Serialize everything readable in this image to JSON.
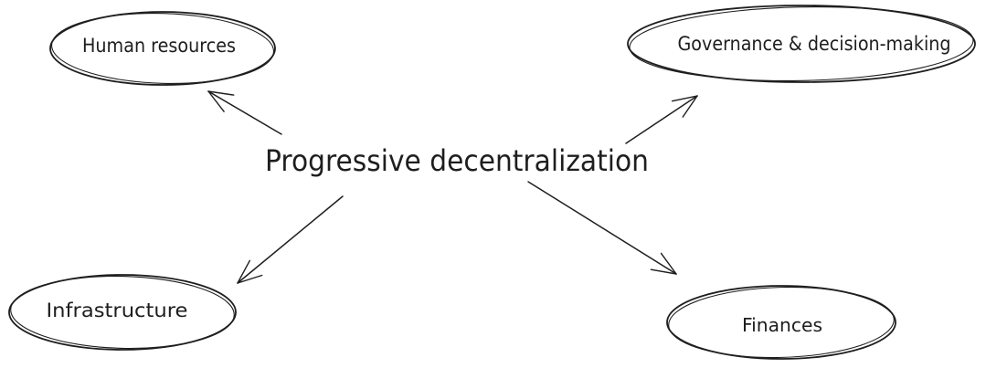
{
  "canvas": {
    "background_color": "#ffffff",
    "stroke_color": "#1e1e1e",
    "style": "hand-drawn"
  },
  "diagram": {
    "title": "Progressive decentralization",
    "nodes": [
      {
        "id": "human-resources",
        "label": "Human resources",
        "shape": "ellipse",
        "position": "top-left"
      },
      {
        "id": "governance-decision-making",
        "label": "Governance & decision-making",
        "shape": "ellipse",
        "position": "top-right"
      },
      {
        "id": "infrastructure",
        "label": "Infrastructure",
        "shape": "ellipse",
        "position": "bottom-left"
      },
      {
        "id": "finances",
        "label": "Finances",
        "shape": "ellipse",
        "position": "bottom-right"
      }
    ],
    "edges": [
      {
        "from": "Progressive decentralization",
        "to": "Human resources",
        "type": "arrow"
      },
      {
        "from": "Progressive decentralization",
        "to": "Governance & decision-making",
        "type": "arrow"
      },
      {
        "from": "Progressive decentralization",
        "to": "Infrastructure",
        "type": "arrow"
      },
      {
        "from": "Progressive decentralization",
        "to": "Finances",
        "type": "arrow"
      }
    ]
  }
}
